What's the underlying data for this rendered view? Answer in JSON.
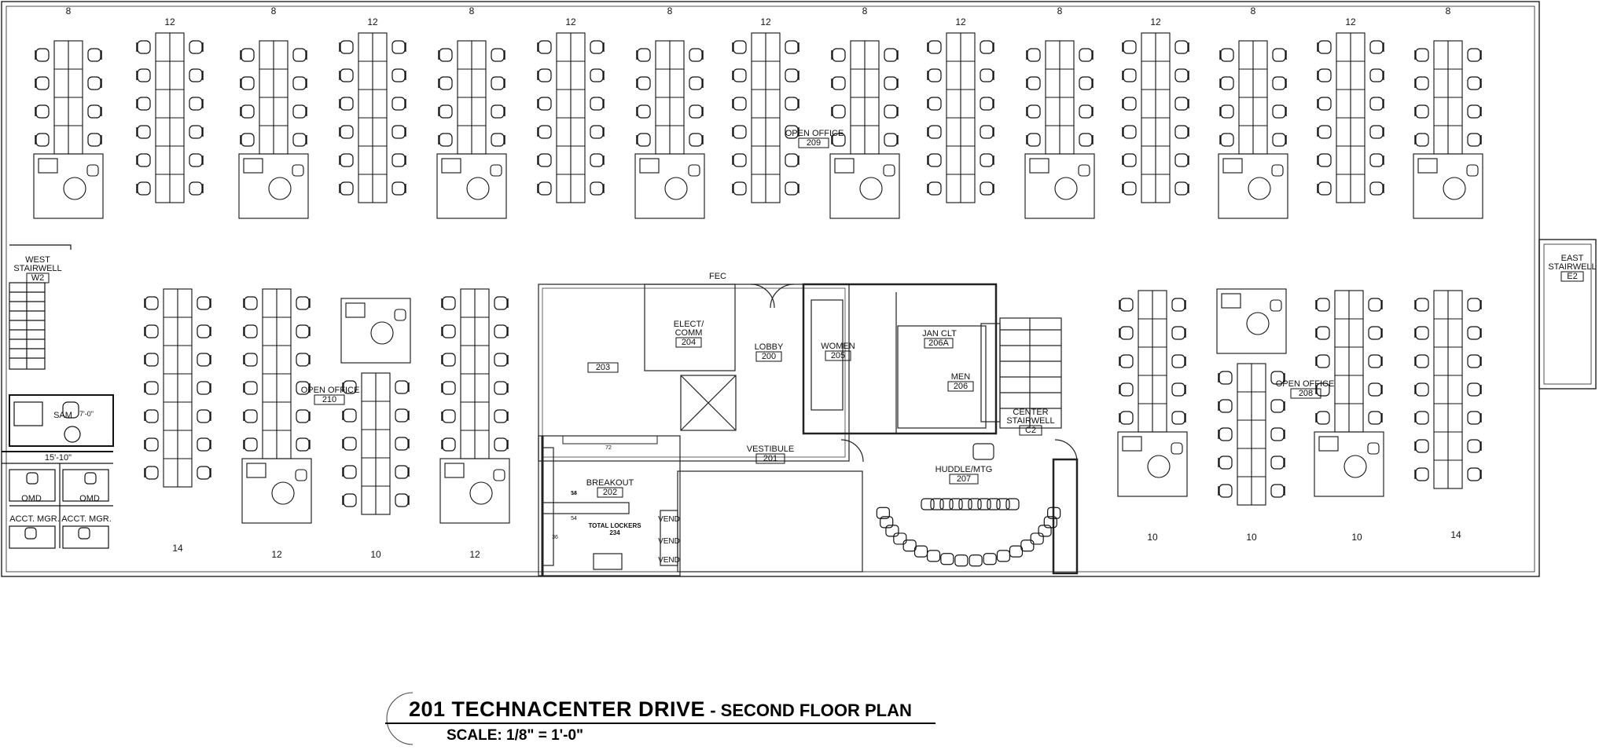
{
  "title": {
    "main": "201 TECHNACENTER DRIVE",
    "separator": " - ",
    "sub": "SECOND FLOOR PLAN",
    "scale": "SCALE: 1/8\" = 1'-0\""
  },
  "rooms": {
    "west_stair_a": "WEST",
    "west_stair_b": "STAIRWELL",
    "west_stair_id": "W2",
    "east_stair_a": "EAST",
    "east_stair_b": "STAIRWELL",
    "east_stair_id": "E2",
    "center_stair_a": "CENTER",
    "center_stair_b": "STAIRWELL",
    "center_stair_id": "C2",
    "sam": "SAM",
    "sam_dim": "7'-0\"",
    "width_dim": "15'-10\"",
    "omd_1": "OMD",
    "omd_2": "OMD",
    "acct_1": "ACCT. MGR.",
    "acct_2": "ACCT. MGR.",
    "open_office_209": "OPEN OFFICE",
    "num_209": "209",
    "open_office_210": "OPEN OFFICE",
    "num_210": "210",
    "open_office_208": "OPEN OFFICE",
    "num_208": "208",
    "num_203": "203",
    "elect_a": "ELECT/",
    "elect_b": "COMM",
    "num_204": "204",
    "lobby": "LOBBY",
    "num_200": "200",
    "women": "WOMEN",
    "num_205": "205",
    "jan": "JAN CLT",
    "num_206a": "206A",
    "men": "MEN",
    "num_206": "206",
    "fec": "FEC",
    "vestibule": "VESTIBULE",
    "num_201": "201",
    "breakout": "BREAKOUT",
    "num_202": "202",
    "lockers_a": "TOTAL LOCKERS",
    "lockers_b": "234",
    "vend_1": "VEND",
    "vend_2": "VEND",
    "vend_3": "VEND",
    "huddle": "HUDDLE/MTG",
    "num_207": "207",
    "locker_72": "72",
    "locker_54a": "54",
    "locker_54b": "54",
    "locker_36": "36",
    "locker_18": "18"
  },
  "pod_counts": {
    "top": [
      "8",
      "12",
      "8",
      "12",
      "8",
      "12",
      "8",
      "12",
      "8",
      "12",
      "8",
      "12",
      "8",
      "12",
      "8"
    ],
    "lower_left": [
      "14",
      "12",
      "10",
      "12"
    ],
    "lower_right": [
      "10",
      "10",
      "10",
      "14"
    ]
  }
}
